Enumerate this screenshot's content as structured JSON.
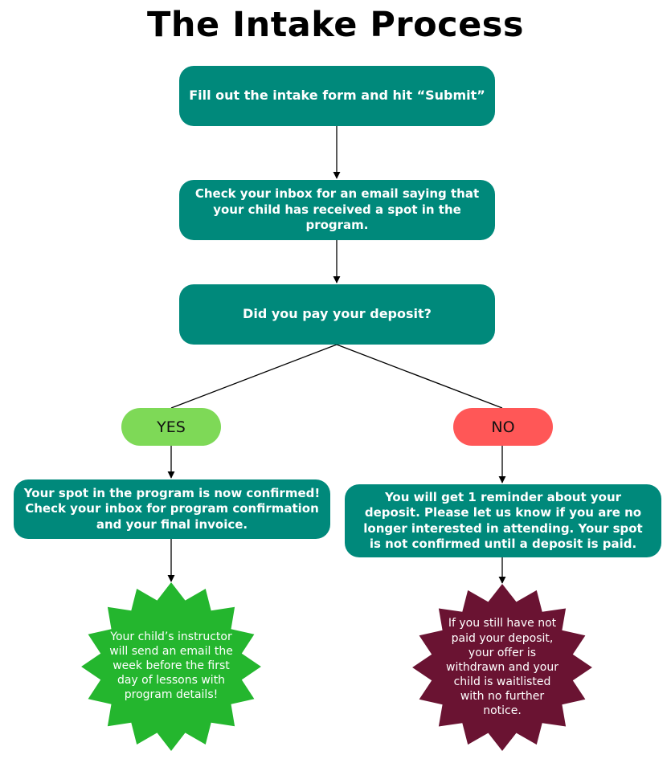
{
  "title": "The Intake Process",
  "colors": {
    "box": "#00897b",
    "yes": "#7ed957",
    "no": "#ff5757",
    "yes_burst": "#24b62e",
    "no_burst": "#6a1332",
    "line": "#000000"
  },
  "steps": {
    "submit": "Fill out the intake form and hit “Submit”",
    "inbox": "Check your inbox for an email saying that your child has received a spot in the program.",
    "deposit_question": "Did you pay your deposit?"
  },
  "branches": {
    "yes": {
      "label": "YES",
      "result": "Your spot in the program is now confirmed! Check your inbox for program confirmation and your final invoice.",
      "final": "Your child’s instructor will send an email the week before the first day of lessons with program details!"
    },
    "no": {
      "label": "NO",
      "result": "You will get 1 reminder about your deposit. Please let us know if you are no longer interested in attending. Your spot is not confirmed until a deposit is paid.",
      "final": "If you still have not paid your deposit, your offer is withdrawn and your child is waitlisted with no further notice."
    }
  }
}
